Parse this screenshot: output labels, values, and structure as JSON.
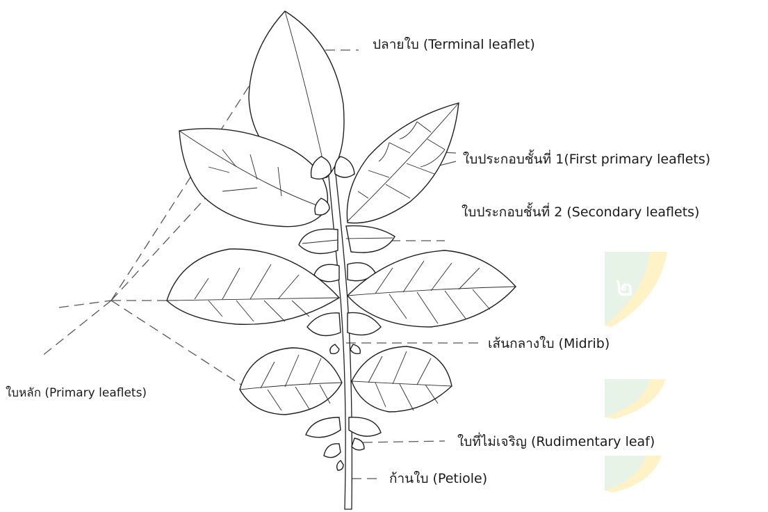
{
  "labels": {
    "terminal": "ปลายใบ (Terminal leaflet)",
    "first_primary": "ใบประกอบชั้นที่ 1(First primary leaflets)",
    "secondary": "ใบประกอบชั้นที่ 2 (Secondary leaflets)",
    "midrib": "เส้นกลางใบ (Midrib)",
    "primary": "ใบหลัก (Primary leaflets)",
    "rudimentary": "ใบที่ไม่เจริญ (Rudimentary leaf)",
    "petiole": "ก้านใบ (Petiole)"
  },
  "colors": {
    "line": "#1f1f1f",
    "pointer": "#555555",
    "watermark_green": "#e3f1e3",
    "watermark_yellow": "#fff1c2"
  }
}
